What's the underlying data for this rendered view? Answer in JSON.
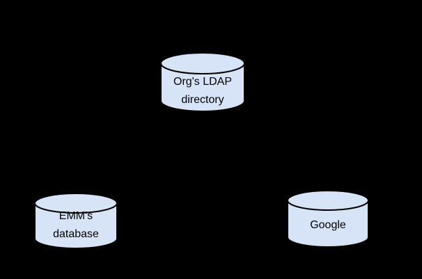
{
  "diagram": {
    "background_color": "#000000",
    "styles": {
      "node_fill": "#d7e3f7",
      "node_stroke": "#000000",
      "label_color": "#000000"
    },
    "nodes": [
      {
        "id": "orgs-ldap-directory",
        "label_lines": [
          "Org's LDAP",
          "directory"
        ]
      },
      {
        "id": "emms-database",
        "label_lines": [
          "EMM's",
          "database"
        ]
      },
      {
        "id": "google",
        "label_lines": [
          "Google"
        ]
      }
    ]
  }
}
